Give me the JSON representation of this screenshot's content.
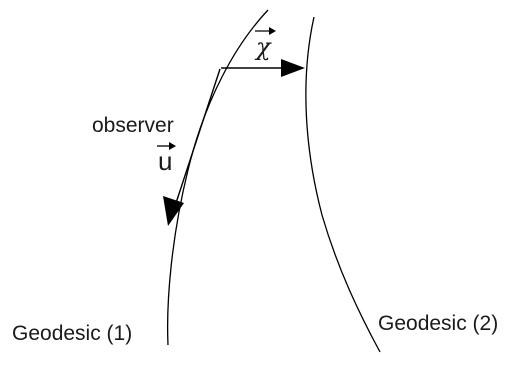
{
  "labels": {
    "observer": "observer",
    "observer_vector": "u",
    "separation_vector": "χ",
    "geodesic_1": "Geodesic (1)",
    "geodesic_2": "Geodesic (2)"
  },
  "colors": {
    "line": "#000000",
    "text": "#1a1a1a"
  }
}
